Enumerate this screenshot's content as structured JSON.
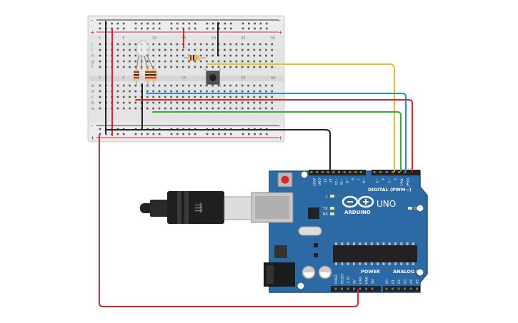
{
  "colors": {
    "board_blue": "#2c6aa6",
    "board_dark": "#1f4f82",
    "breadboard": "#e6e6e6",
    "wire_red": "#d9262c",
    "wire_black": "#222222",
    "wire_yellow": "#e8c21a",
    "wire_blue": "#1e8fd1",
    "wire_green": "#3cab3c"
  },
  "breadboard": {
    "rail_plus": "+",
    "rail_minus": "-",
    "row_letters_top": [
      "a",
      "b",
      "c",
      "d",
      "e"
    ],
    "row_letters_bottom": [
      "f",
      "g",
      "h",
      "i",
      "j"
    ],
    "column_numbers": [
      "1",
      "5",
      "10",
      "15",
      "20",
      "25",
      "30"
    ]
  },
  "arduino": {
    "brand": "ARDUINO",
    "model": "UNO",
    "digital_label": "DIGITAL (PWM~)",
    "power_label": "POWER",
    "analog_label": "ANALOG IN",
    "on_label": "ON",
    "led_l": "L",
    "led_tx": "TX",
    "led_rx": "RX",
    "digital_pins": [
      "AREF",
      "GND",
      "13",
      "12",
      "~11",
      "~10",
      "~9",
      "8",
      "7",
      "~6",
      "~5",
      "4",
      "~3",
      "2",
      "TX▸1",
      "RX◂0"
    ],
    "power_pins": [
      "IOREF",
      "RESET",
      "3.3V",
      "5V",
      "GND",
      "GND",
      "Vin"
    ],
    "analog_pins": [
      "A0",
      "A1",
      "A2",
      "A3",
      "A4",
      "A5"
    ]
  }
}
